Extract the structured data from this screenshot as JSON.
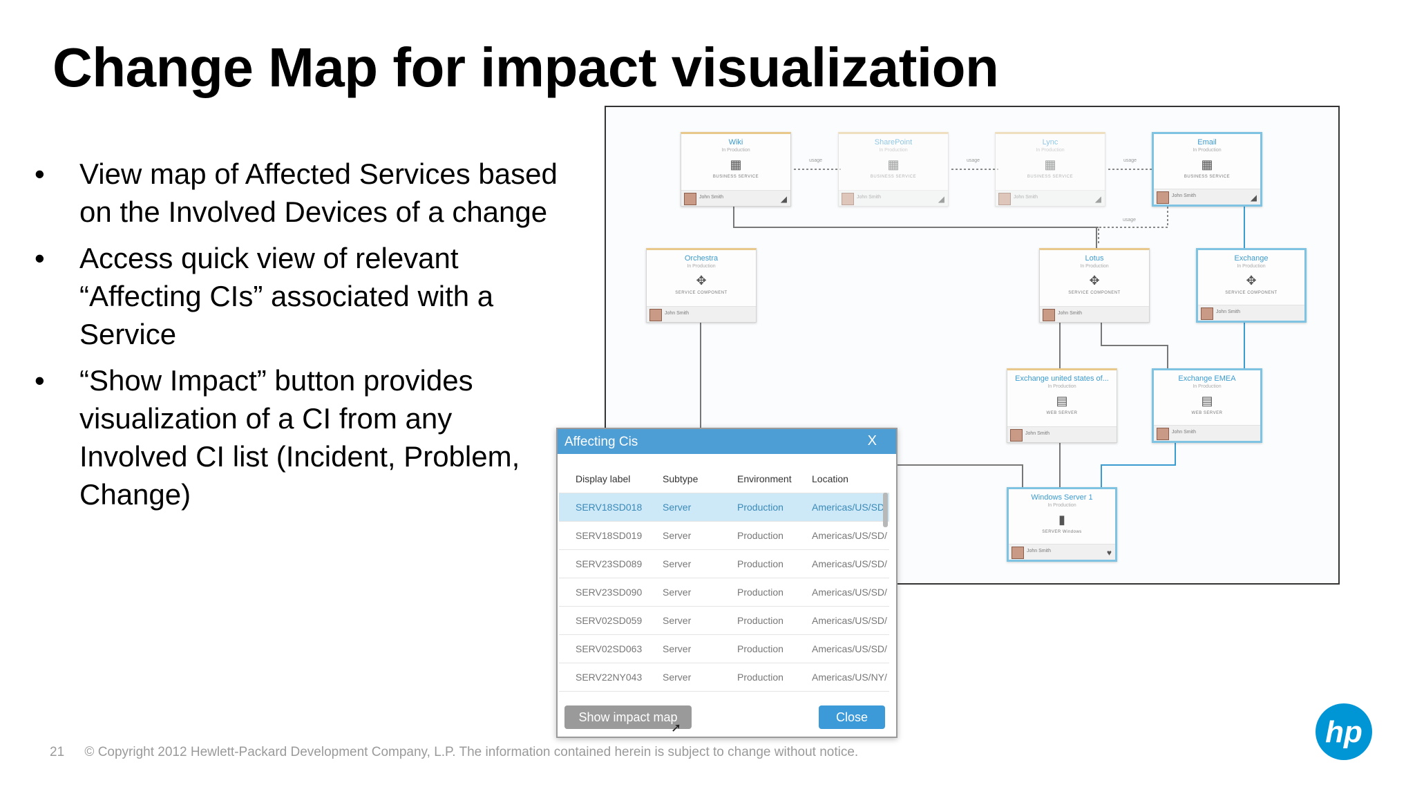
{
  "slide": {
    "title": "Change Map for impact visualization",
    "bullets": [
      "View map of Affected Services based on the Involved Devices of a change",
      "Access quick view of relevant “Affecting CIs” associated with a Service",
      "“Show Impact” button provides visualization of a CI from any Involved CI list (Incident, Problem, Change)"
    ],
    "bullet_glyph": "•",
    "page_number": "21",
    "copyright": "© Copyright 2012 Hewlett-Packard Development Company, L.P.  The information contained herein is subject to change without notice.",
    "logo_text": "hp"
  },
  "map": {
    "nodes": [
      {
        "name": "Wiki",
        "status": "In Production",
        "type": "BUSINESS SERVICE",
        "owner": "John Smith"
      },
      {
        "name": "SharePoint",
        "status": "In Production",
        "type": "BUSINESS SERVICE",
        "owner": "John Smith"
      },
      {
        "name": "Lync",
        "status": "In Production",
        "type": "BUSINESS SERVICE",
        "owner": "John Smith"
      },
      {
        "name": "Email",
        "status": "In Production",
        "type": "BUSINESS SERVICE",
        "owner": "John Smith"
      },
      {
        "name": "Orchestra",
        "status": "In Production",
        "type": "SERVICE COMPONENT",
        "owner": "John Smith"
      },
      {
        "name": "Lotus",
        "status": "In Production",
        "type": "SERVICE COMPONENT",
        "owner": "John Smith"
      },
      {
        "name": "Exchange",
        "status": "In Production",
        "type": "SERVICE COMPONENT",
        "owner": "John Smith"
      },
      {
        "name": "Exchange united states of...",
        "status": "In Production",
        "type": "WEB SERVER",
        "owner": "John Smith"
      },
      {
        "name": "Exchange EMEA",
        "status": "In Production",
        "type": "WEB SERVER",
        "owner": "John Smith"
      },
      {
        "name": "Windows Server 1",
        "status": "In Production",
        "type": "SERVER Windows",
        "owner": "John Smith"
      }
    ],
    "link_label": "usage"
  },
  "dialog": {
    "title": "Affecting Cis",
    "close_glyph": "X",
    "columns": [
      "Display label",
      "Subtype",
      "Environment",
      "Location"
    ],
    "rows": [
      [
        "SERV18SD018",
        "Server",
        "Production",
        "Americas/US/SD/"
      ],
      [
        "SERV18SD019",
        "Server",
        "Production",
        "Americas/US/SD/"
      ],
      [
        "SERV23SD089",
        "Server",
        "Production",
        "Americas/US/SD/"
      ],
      [
        "SERV23SD090",
        "Server",
        "Production",
        "Americas/US/SD/"
      ],
      [
        "SERV02SD059",
        "Server",
        "Production",
        "Americas/US/SD/"
      ],
      [
        "SERV02SD063",
        "Server",
        "Production",
        "Americas/US/SD/"
      ],
      [
        "SERV22NY043",
        "Server",
        "Production",
        "Americas/US/NY/"
      ]
    ],
    "show_impact_label": "Show impact map",
    "close_label": "Close"
  },
  "colors": {
    "accent": "#4e9ed6",
    "selected_row": "#cde8f7",
    "hp_blue": "#0096d6"
  }
}
